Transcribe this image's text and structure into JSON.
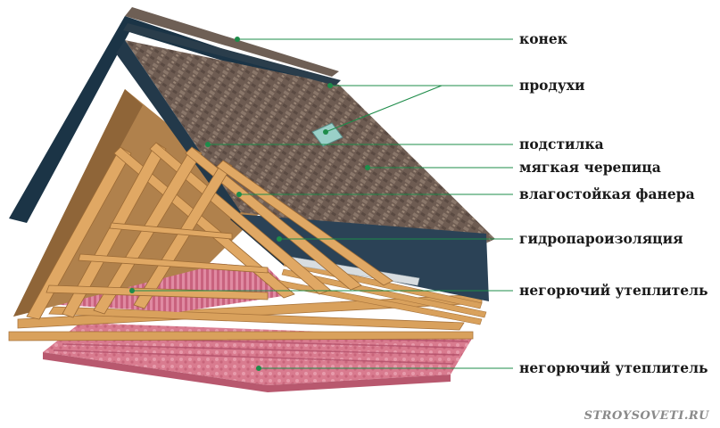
{
  "diagram": {
    "labels": [
      "конек",
      "продухи",
      "подстилка",
      "мягкая черепица",
      "влагостойкая фанера",
      "гидропароизоляция",
      "негорючий утеплитель",
      "негорючий утеплитель"
    ],
    "watermark": "STROYSOVETI.RU",
    "colors": {
      "leader": "#1e8c4a",
      "dot": "#1e8c4a",
      "shingle": "#6b5a50",
      "underlay": "#1f3a4c",
      "plywood": "#b98a55",
      "wood": "#d9a15c",
      "membrane": "#2a4255",
      "insulation": "#d9788d"
    }
  }
}
